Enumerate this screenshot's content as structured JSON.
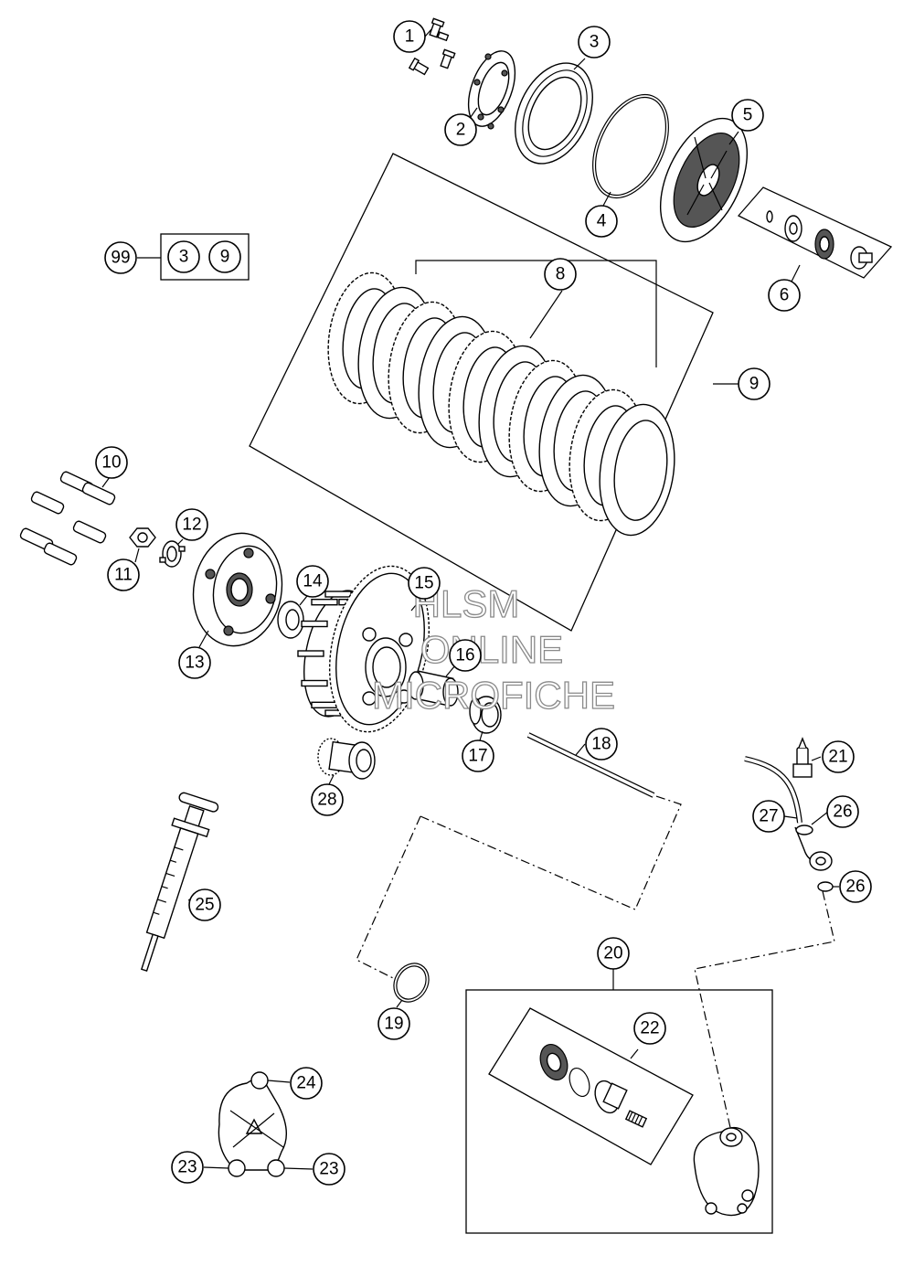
{
  "watermark": {
    "line1": "HLSM",
    "line2": "ONLINE",
    "line3": "MICROFICHE"
  },
  "callouts": {
    "c1": "1",
    "c2": "2",
    "c3": "3",
    "c4": "4",
    "c5": "5",
    "c6": "6",
    "c8": "8",
    "c9": "9",
    "c10": "10",
    "c11": "11",
    "c12": "12",
    "c13": "13",
    "c14": "14",
    "c15": "15",
    "c16": "16",
    "c17": "17",
    "c18": "18",
    "c19": "19",
    "c20": "20",
    "c21": "21",
    "c22": "22",
    "c23a": "23",
    "c23b": "23",
    "c24": "24",
    "c25": "25",
    "c26a": "26",
    "c26b": "26",
    "c27": "27",
    "c28": "28",
    "c99": "99"
  },
  "kit99": {
    "items": [
      "3",
      "9"
    ]
  }
}
